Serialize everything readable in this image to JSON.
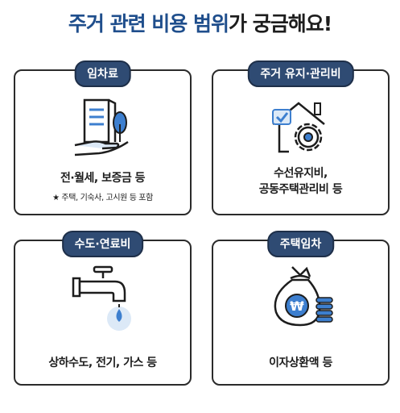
{
  "header": {
    "title_highlight": "주거 관련 비용 범위",
    "title_rest": "가 궁금해요!"
  },
  "cards": [
    {
      "tag": "임차료",
      "desc": "전·월세, 보증금 등",
      "note": "★ 주택, 기숙사, 고시원 등 포함",
      "icon": "building-hand-icon"
    },
    {
      "tag": "주거 유지·관리비",
      "desc_line1": "수선유지비,",
      "desc_line2": "공동주택관리비 등",
      "icon": "house-gear-icon"
    },
    {
      "tag": "수도·연료비",
      "desc": "상하수도, 전기, 가스 등",
      "icon": "faucet-icon"
    },
    {
      "tag": "주택임차",
      "desc": "이자상환액 등",
      "icon": "money-bag-icon",
      "currency_symbol": "₩"
    }
  ],
  "colors": {
    "title_blue": "#1f4e8c",
    "tag_bg": "#2f4b73",
    "icon_blue": "#3d7fcf",
    "icon_light": "#dce9f7"
  }
}
